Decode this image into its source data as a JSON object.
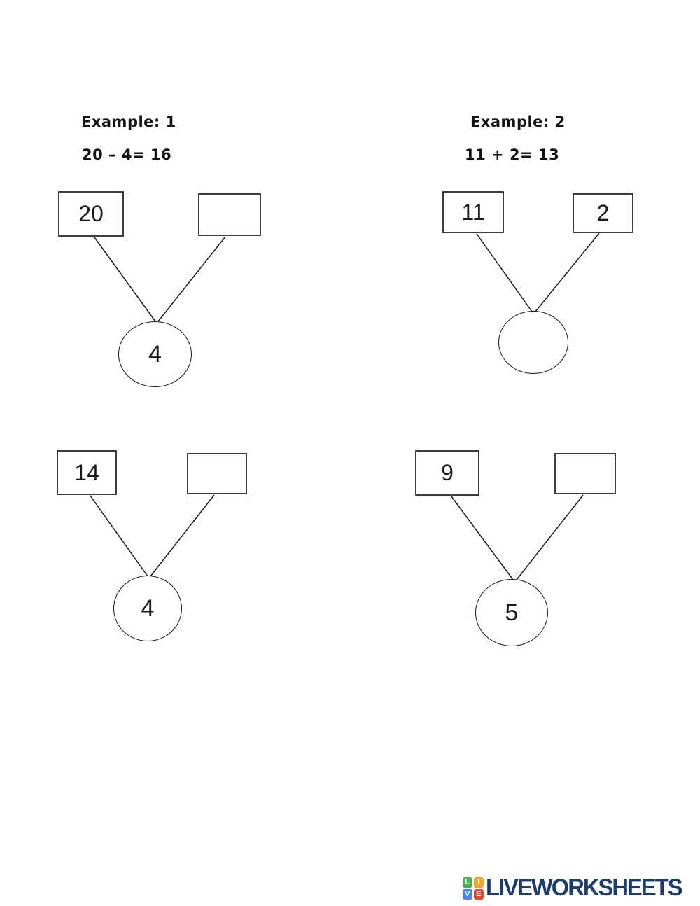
{
  "examples": [
    {
      "label": "Example: 1",
      "equation": "20 – 4= 16"
    },
    {
      "label": "Example: 2",
      "equation": "11 + 2= 13"
    }
  ],
  "diagrams": [
    {
      "left_box": "20",
      "right_box": "",
      "circle": "4"
    },
    {
      "left_box": "11",
      "right_box": "2",
      "circle": ""
    },
    {
      "left_box": "14",
      "right_box": "",
      "circle": "4"
    },
    {
      "left_box": "9",
      "right_box": "",
      "circle": "5"
    }
  ],
  "footer": {
    "brand": "LIVEWORKSHEETS",
    "brand_color": "#1C3B6E",
    "logo_cells": [
      {
        "letter": "L",
        "color": "#4CAF50"
      },
      {
        "letter": "I",
        "color": "#F5A623"
      },
      {
        "letter": "V",
        "color": "#4285F4"
      },
      {
        "letter": "E",
        "color": "#EA4335"
      }
    ]
  }
}
